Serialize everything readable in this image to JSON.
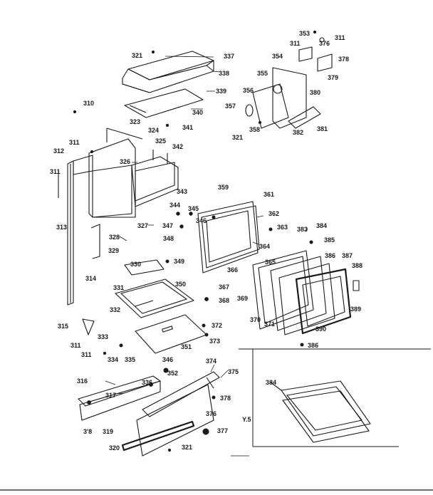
{
  "labels": {
    "l353": "353",
    "l311a": "311",
    "l311b": "311",
    "l376": "376",
    "l354": "354",
    "l378": "378",
    "l379": "379",
    "l355": "355",
    "l380": "380",
    "l356": "356",
    "l357": "357",
    "l321a": "321",
    "l358": "358",
    "l382": "382",
    "l381": "381",
    "l321b": "321",
    "l337": "337",
    "l338": "338",
    "l339": "339",
    "l340": "340",
    "l310": "310",
    "l323": "323",
    "l341": "341",
    "l324": "324",
    "l311c": "311",
    "l325": "325",
    "l342": "342",
    "l312": "312",
    "l326": "326",
    "l311d": "311",
    "l343": "343",
    "l344": "344",
    "l345": "345",
    "l359": "359",
    "l361": "361",
    "l362": "362",
    "l313": "313",
    "l327": "327",
    "l347": "347",
    "l346a": "346",
    "l348": "348",
    "l328": "328",
    "l363": "363",
    "l383": "383",
    "l384": "384",
    "l385": "385",
    "l329": "329",
    "l364": "364",
    "l386": "386",
    "l387": "387",
    "l330": "330",
    "l349": "349",
    "l366": "366",
    "l365": "365",
    "l388": "388",
    "l314": "314",
    "l331": "331",
    "l350": "350",
    "l367": "367",
    "l369": "369",
    "l332": "332",
    "l368": "368",
    "l389": "389",
    "l370": "370",
    "l371": "371",
    "l390": "390",
    "l315": "315",
    "l372": "372",
    "l311e": "311",
    "l333": "333",
    "l373": "373",
    "l351": "351",
    "l311f": "311",
    "l334": "334",
    "l335": "335",
    "l346b": "346",
    "l386b": "386",
    "l374": "374",
    "l375": "375",
    "l316": "316",
    "l336": "336",
    "l352": "352",
    "l317": "317",
    "l378b": "378",
    "l376b": "376",
    "l318": "3'8",
    "l319": "319",
    "l377": "377",
    "l320": "320",
    "l321c": "321",
    "l384b": "384",
    "lys": "Y.5"
  }
}
